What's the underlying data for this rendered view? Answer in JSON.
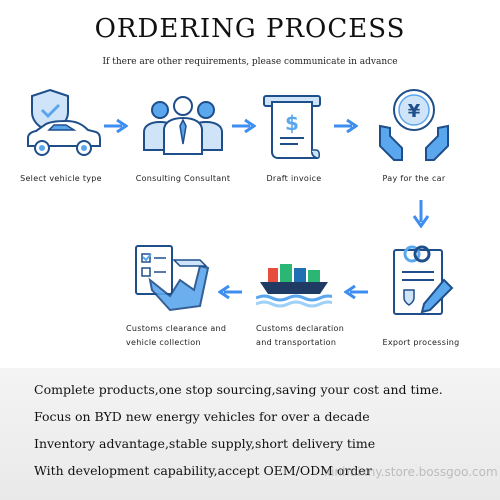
{
  "header": {
    "title": "ORDERING PROCESS",
    "subtitle": "If there are other requirements, please communicate in advance"
  },
  "steps": [
    {
      "label": "Select vehicle type",
      "icon": "car-shield-icon"
    },
    {
      "label": "Consulting Consultant",
      "icon": "consultants-icon"
    },
    {
      "label": "Draft invoice",
      "icon": "invoice-icon"
    },
    {
      "label": "Pay for the car",
      "icon": "yen-coin-hands-icon"
    },
    {
      "label": "Export processing",
      "icon": "contract-document-icon"
    },
    {
      "label_line1": "Customs declaration",
      "label_line2": "and transportation",
      "icon": "cargo-ship-icon"
    },
    {
      "label_line1": "Customs clearance and",
      "label_line2": "vehicle collection",
      "icon": "clearance-checklist-icon"
    }
  ],
  "features": [
    "Complete products,one stop sourcing,saving your cost and time.",
    "Focus on BYD new energy vehicles for over a decade",
    "Inventory advantage,stable supply,short delivery time",
    "With development capability,accept OEM/ODM order"
  ],
  "watermark": "xinhuixny.store.bossgoo.com",
  "colors": {
    "icon_stroke": "#1f4f8a",
    "icon_fill": "#5ba7ee",
    "arrow": "#3d8ef0"
  }
}
